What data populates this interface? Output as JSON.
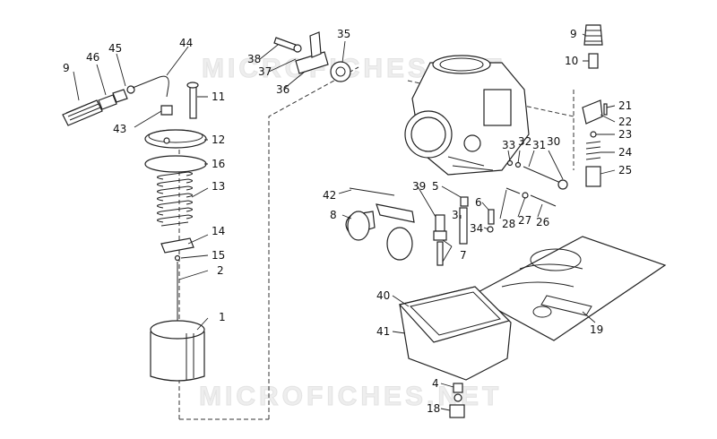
{
  "watermark": "MICROFICHES.NET",
  "callouts": {
    "c9a": "9",
    "c46": "46",
    "c45": "45",
    "c44": "44",
    "c43": "43",
    "c11": "11",
    "c12": "12",
    "c16": "16",
    "c13": "13",
    "c14": "14",
    "c15": "15",
    "c2": "2",
    "c1": "1",
    "c38": "38",
    "c37": "37",
    "c36": "36",
    "c35": "35",
    "c42": "42",
    "c8": "8",
    "c39": "39",
    "c5": "5",
    "c3": "3",
    "c6": "6",
    "c34": "34",
    "c7": "7",
    "c28": "28",
    "c27": "27",
    "c26": "26",
    "c33": "33",
    "c32": "32",
    "c31": "31",
    "c30": "30",
    "c9b": "9",
    "c10": "10",
    "c21": "21",
    "c22": "22",
    "c23": "23",
    "c24": "24",
    "c25": "25",
    "c19": "19",
    "c40": "40",
    "c41": "41",
    "c4": "4",
    "c18": "18"
  }
}
